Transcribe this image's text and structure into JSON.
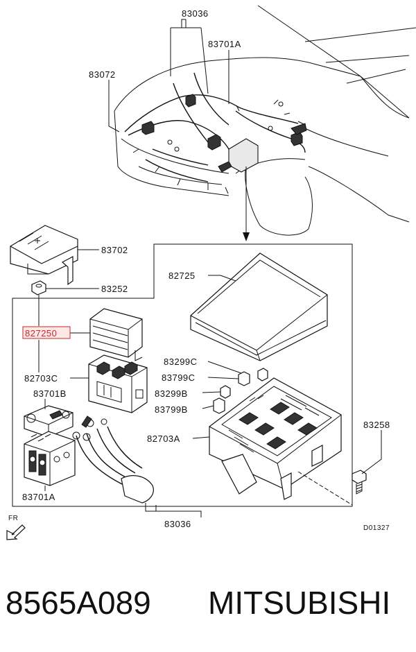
{
  "labels": {
    "harness_top": "83036",
    "harness_bottom": "83036",
    "relay_box_harness": "83701A",
    "front_harness": "83072",
    "terminal_cover": "83702",
    "nut": "83252",
    "relay_cover_highlighted": "827250",
    "box_cover": "82725",
    "small_box": "82703C",
    "block_83701b": "83701B",
    "block_83701a": "83701A",
    "relay_83299c": "83299C",
    "relay_83799c": "83799C",
    "relay_83299b": "83299B",
    "relay_83799b": "83799B",
    "main_box": "82703A",
    "bolt": "83258",
    "direction": "FR",
    "diagram_code": "D01327"
  },
  "caption": {
    "part_number": "8565A089",
    "brand": "MITSUBISHI"
  },
  "colors": {
    "highlight": "#c62828",
    "ink": "#111111"
  }
}
